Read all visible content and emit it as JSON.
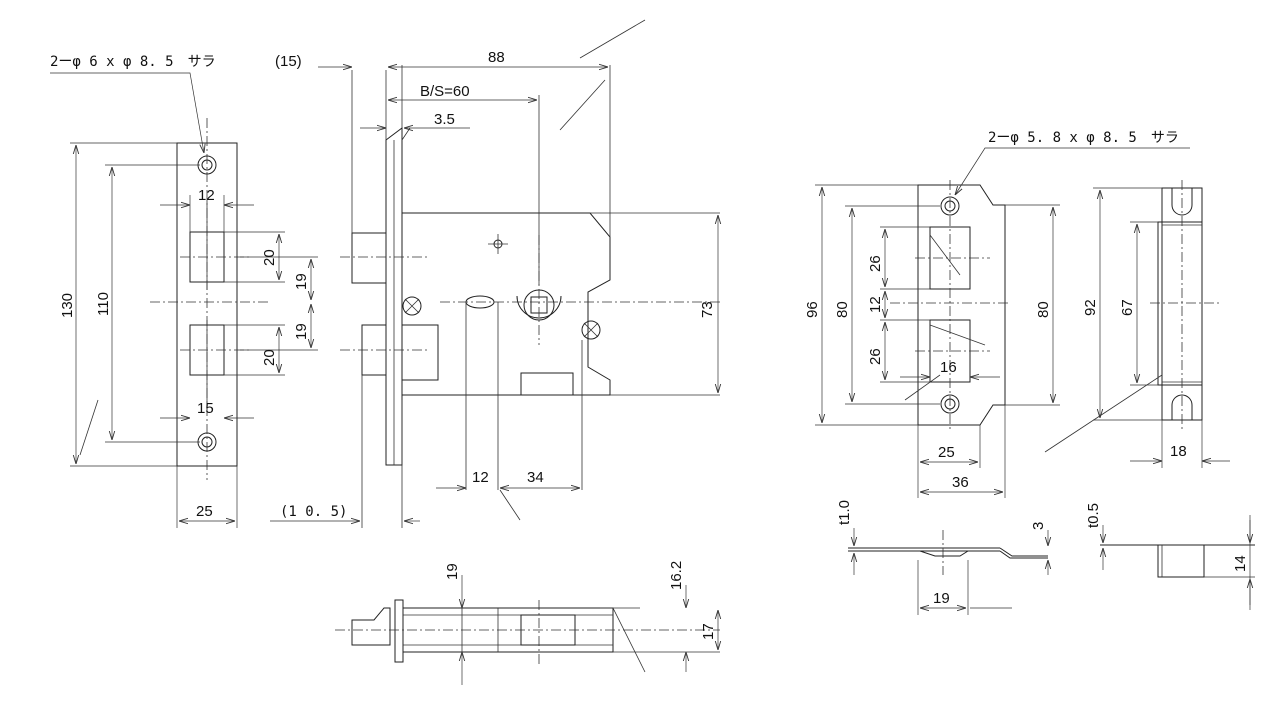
{
  "labels": {
    "screw_spec_left": "2ーφ 6 x φ 8. 5　サラ",
    "screw_spec_right": "2ーφ 5. 8 x φ 8. 5　サラ",
    "d130": "130",
    "d110": "110",
    "d12a": "12",
    "d20a": "20",
    "d19a": "19",
    "d19b": "19",
    "d20b": "20",
    "d15": "15",
    "d25a": "25",
    "d15p": "(15)",
    "d88": "88",
    "bs60": "B/S=60",
    "d35": "3.5",
    "d73": "73",
    "d12b": "12",
    "d34": "34",
    "d105": "(1 0. 5)",
    "d19c": "19",
    "d162": "16.2",
    "d17": "17",
    "d96": "96",
    "d80a": "80",
    "d26a": "26",
    "d12c": "12",
    "d26b": "26",
    "d16": "16",
    "d80b": "80",
    "d25b": "25",
    "d36": "36",
    "d92": "92",
    "d67": "67",
    "d18": "18",
    "t10": "t1.0",
    "d3": "3",
    "d19d": "19",
    "t05": "t0.5",
    "d14": "14"
  }
}
